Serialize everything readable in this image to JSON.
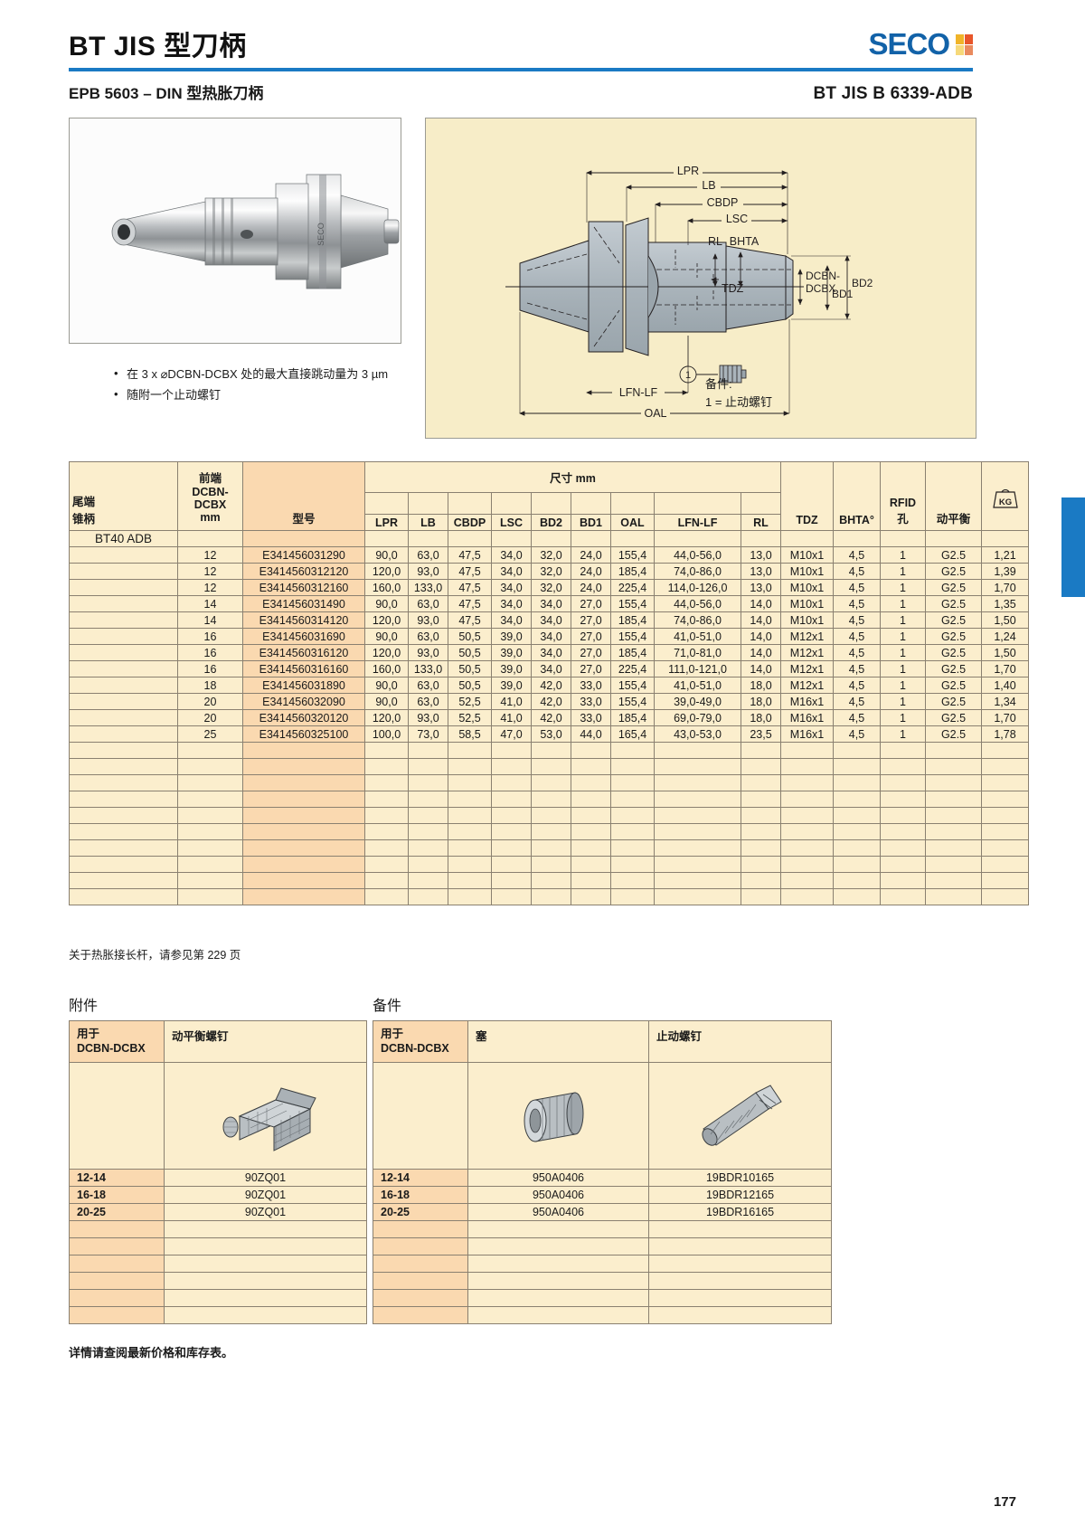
{
  "header": {
    "title": "BT JIS 型刀柄",
    "brand": "SECO",
    "subtitle_left": "EPB 5603 – DIN 型热胀刀柄",
    "subtitle_right": "BT JIS B 6339-ADB"
  },
  "bullets": [
    "在 3 x ⌀DCBN-DCBX 处的最大直接跳动量为 3 µm",
    "随附一个止动螺钉"
  ],
  "diagram": {
    "labels": [
      "LPR",
      "LB",
      "CBDP",
      "LSC",
      "RL",
      "BHTA",
      "TDZ",
      "DCBN-",
      "DCBX",
      "BD1",
      "BD2",
      "LFN-LF",
      "OAL"
    ],
    "callout_number": "1",
    "note_title": "备件:",
    "note_body": "1 = 止动螺钉"
  },
  "table": {
    "head": {
      "taper": "尾端\n锥柄",
      "taper_line1": "尾端",
      "taper_line2": "锥柄",
      "front_line1": "前端",
      "front_line2": "DCBN-",
      "front_line3": "DCBX",
      "front_line4": "mm",
      "order_no": "型号",
      "dims": "尺寸 mm",
      "cols": [
        "LPR",
        "LB",
        "CBDP",
        "LSC",
        "BD2",
        "BD1",
        "OAL",
        "LFN-LF",
        "RL"
      ],
      "tdz": "TDZ",
      "bhta": "BHTA°",
      "rfid_line1": "RFID",
      "rfid_line2": "孔",
      "balance": "动平衡",
      "kg": "KG"
    },
    "group_label": "BT40 ADB",
    "rows": [
      {
        "dcbx": "12",
        "order": "E341456031290",
        "lpr": "90,0",
        "lb": "63,0",
        "cbdp": "47,5",
        "lsc": "34,0",
        "bd2": "32,0",
        "bd1": "24,0",
        "oal": "155,4",
        "lfnlf": "44,0-56,0",
        "rl": "13,0",
        "tdz": "M10x1",
        "bhta": "4,5",
        "rfid": "1",
        "bal": "G2.5",
        "kg": "1,21"
      },
      {
        "dcbx": "12",
        "order": "E3414560312120",
        "lpr": "120,0",
        "lb": "93,0",
        "cbdp": "47,5",
        "lsc": "34,0",
        "bd2": "32,0",
        "bd1": "24,0",
        "oal": "185,4",
        "lfnlf": "74,0-86,0",
        "rl": "13,0",
        "tdz": "M10x1",
        "bhta": "4,5",
        "rfid": "1",
        "bal": "G2.5",
        "kg": "1,39"
      },
      {
        "dcbx": "12",
        "order": "E3414560312160",
        "lpr": "160,0",
        "lb": "133,0",
        "cbdp": "47,5",
        "lsc": "34,0",
        "bd2": "32,0",
        "bd1": "24,0",
        "oal": "225,4",
        "lfnlf": "114,0-126,0",
        "rl": "13,0",
        "tdz": "M10x1",
        "bhta": "4,5",
        "rfid": "1",
        "bal": "G2.5",
        "kg": "1,70"
      },
      {
        "dcbx": "14",
        "order": "E341456031490",
        "lpr": "90,0",
        "lb": "63,0",
        "cbdp": "47,5",
        "lsc": "34,0",
        "bd2": "34,0",
        "bd1": "27,0",
        "oal": "155,4",
        "lfnlf": "44,0-56,0",
        "rl": "14,0",
        "tdz": "M10x1",
        "bhta": "4,5",
        "rfid": "1",
        "bal": "G2.5",
        "kg": "1,35"
      },
      {
        "dcbx": "14",
        "order": "E3414560314120",
        "lpr": "120,0",
        "lb": "93,0",
        "cbdp": "47,5",
        "lsc": "34,0",
        "bd2": "34,0",
        "bd1": "27,0",
        "oal": "185,4",
        "lfnlf": "74,0-86,0",
        "rl": "14,0",
        "tdz": "M10x1",
        "bhta": "4,5",
        "rfid": "1",
        "bal": "G2.5",
        "kg": "1,50"
      },
      {
        "dcbx": "16",
        "order": "E341456031690",
        "lpr": "90,0",
        "lb": "63,0",
        "cbdp": "50,5",
        "lsc": "39,0",
        "bd2": "34,0",
        "bd1": "27,0",
        "oal": "155,4",
        "lfnlf": "41,0-51,0",
        "rl": "14,0",
        "tdz": "M12x1",
        "bhta": "4,5",
        "rfid": "1",
        "bal": "G2.5",
        "kg": "1,24"
      },
      {
        "dcbx": "16",
        "order": "E3414560316120",
        "lpr": "120,0",
        "lb": "93,0",
        "cbdp": "50,5",
        "lsc": "39,0",
        "bd2": "34,0",
        "bd1": "27,0",
        "oal": "185,4",
        "lfnlf": "71,0-81,0",
        "rl": "14,0",
        "tdz": "M12x1",
        "bhta": "4,5",
        "rfid": "1",
        "bal": "G2.5",
        "kg": "1,50"
      },
      {
        "dcbx": "16",
        "order": "E3414560316160",
        "lpr": "160,0",
        "lb": "133,0",
        "cbdp": "50,5",
        "lsc": "39,0",
        "bd2": "34,0",
        "bd1": "27,0",
        "oal": "225,4",
        "lfnlf": "111,0-121,0",
        "rl": "14,0",
        "tdz": "M12x1",
        "bhta": "4,5",
        "rfid": "1",
        "bal": "G2.5",
        "kg": "1,70"
      },
      {
        "dcbx": "18",
        "order": "E341456031890",
        "lpr": "90,0",
        "lb": "63,0",
        "cbdp": "50,5",
        "lsc": "39,0",
        "bd2": "42,0",
        "bd1": "33,0",
        "oal": "155,4",
        "lfnlf": "41,0-51,0",
        "rl": "18,0",
        "tdz": "M12x1",
        "bhta": "4,5",
        "rfid": "1",
        "bal": "G2.5",
        "kg": "1,40"
      },
      {
        "dcbx": "20",
        "order": "E341456032090",
        "lpr": "90,0",
        "lb": "63,0",
        "cbdp": "52,5",
        "lsc": "41,0",
        "bd2": "42,0",
        "bd1": "33,0",
        "oal": "155,4",
        "lfnlf": "39,0-49,0",
        "rl": "18,0",
        "tdz": "M16x1",
        "bhta": "4,5",
        "rfid": "1",
        "bal": "G2.5",
        "kg": "1,34"
      },
      {
        "dcbx": "20",
        "order": "E3414560320120",
        "lpr": "120,0",
        "lb": "93,0",
        "cbdp": "52,5",
        "lsc": "41,0",
        "bd2": "42,0",
        "bd1": "33,0",
        "oal": "185,4",
        "lfnlf": "69,0-79,0",
        "rl": "18,0",
        "tdz": "M16x1",
        "bhta": "4,5",
        "rfid": "1",
        "bal": "G2.5",
        "kg": "1,70"
      },
      {
        "dcbx": "25",
        "order": "E3414560325100",
        "lpr": "100,0",
        "lb": "73,0",
        "cbdp": "58,5",
        "lsc": "47,0",
        "bd2": "53,0",
        "bd1": "44,0",
        "oal": "165,4",
        "lfnlf": "43,0-53,0",
        "rl": "23,5",
        "tdz": "M16x1",
        "bhta": "4,5",
        "rfid": "1",
        "bal": "G2.5",
        "kg": "1,78"
      }
    ],
    "blank_rows": 10,
    "note": "关于热胀接长杆，请参见第 229 页"
  },
  "accessories": {
    "label": "附件",
    "head": {
      "for_line1": "用于",
      "for_line2": "DCBN-DCBX",
      "item": "动平衡螺钉"
    },
    "rows": [
      {
        "range": "12-14",
        "code": "90ZQ01"
      },
      {
        "range": "16-18",
        "code": "90ZQ01"
      },
      {
        "range": "20-25",
        "code": "90ZQ01"
      }
    ],
    "blank_rows": 6
  },
  "spares": {
    "label": "备件",
    "head": {
      "for_line1": "用于",
      "for_line2": "DCBN-DCBX",
      "item1": "塞",
      "item2": "止动螺钉"
    },
    "rows": [
      {
        "range": "12-14",
        "plug": "950A0406",
        "screw": "19BDR10165"
      },
      {
        "range": "16-18",
        "plug": "950A0406",
        "screw": "19BDR12165"
      },
      {
        "range": "20-25",
        "plug": "950A0406",
        "screw": "19BDR16165"
      }
    ],
    "blank_rows": 6
  },
  "footer": {
    "note": "详情请查阅最新价格和库存表。",
    "page_number": "177"
  },
  "colors": {
    "brand_blue": "#1a7ac4",
    "table_fill": "#fbeecd",
    "table_accent": "#fad9b0",
    "diagram_bg": "#f7edc8"
  }
}
